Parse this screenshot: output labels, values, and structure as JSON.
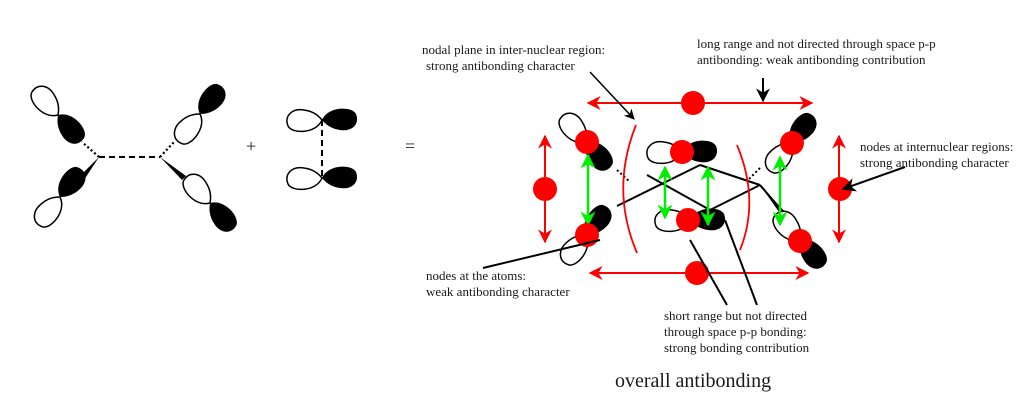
{
  "operators": {
    "plus": "+",
    "equals": "="
  },
  "colors": {
    "node": "#ff0000",
    "antibonding_arrow": "#ff0000",
    "bonding_arrow": "#00ee00",
    "lobe_filled": "#000000",
    "lobe_open": "#ffffff",
    "annotation_line": "#000000"
  },
  "annotations": {
    "nodal_plane": {
      "line1": "nodal plane in inter-nuclear region:",
      "line2": "strong antibonding character"
    },
    "long_range": {
      "line1": "long range and not directed through space p-p",
      "line2": "antibonding: weak antibonding contribution"
    },
    "nodes_internuclear": {
      "line1": "nodes at internuclear regions:",
      "line2": "strong antibonding character"
    },
    "nodes_atoms": {
      "line1": "nodes at the atoms:",
      "line2": "weak antibonding character"
    },
    "short_range": {
      "line1": "short range but not directed",
      "line2": "through space p-p bonding:",
      "line3": "strong bonding contribution"
    }
  },
  "caption": "overall antibonding"
}
